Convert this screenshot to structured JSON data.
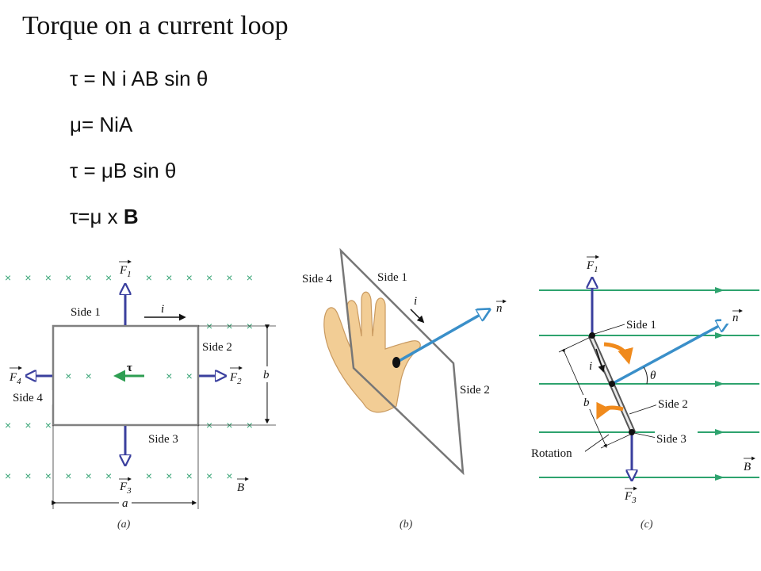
{
  "slide": {
    "title": "Torque on a current loop",
    "equations": [
      {
        "lhs": "τ",
        "rhs": " = N i AB sin θ"
      },
      {
        "lhs": "μ",
        "rhs": "= NiA"
      },
      {
        "lhs": "τ",
        "rhs": " = μB sin θ"
      },
      {
        "lhs": "τ",
        "rhs": "=μ x ",
        "bold": "B"
      }
    ]
  },
  "figure_a": {
    "caption": "(a)",
    "side1": "Side 1",
    "side2": "Side 2",
    "side3": "Side 3",
    "side4": "Side 4",
    "current": "i",
    "torque": "τ",
    "width": "a",
    "height": "b",
    "field": "B",
    "forces": {
      "f1": "F",
      "f1_sub": "1",
      "f2": "F",
      "f2_sub": "2",
      "f3": "F",
      "f3_sub": "3",
      "f4": "F",
      "f4_sub": "4"
    },
    "x_glyph": "×"
  },
  "figure_b": {
    "caption": "(b)",
    "side1": "Side 1",
    "side2": "Side 2",
    "side4": "Side 4",
    "current": "i",
    "normal": "n"
  },
  "figure_c": {
    "caption": "(c)",
    "side1": "Side 1",
    "side2": "Side 2",
    "side3": "Side 3",
    "current": "i",
    "normal": "n",
    "angle": "θ",
    "width": "b",
    "rotation": "Rotation",
    "field": "B",
    "forces": {
      "f1": "F",
      "f1_sub": "1",
      "f3": "F",
      "f3_sub": "3"
    }
  },
  "colors": {
    "force": "#3a3f9e",
    "torque": "#2e9e52",
    "field_line": "#2ea36e",
    "normal": "#3a8fc9",
    "rotation": "#f08a1c",
    "loop": "#808080"
  }
}
